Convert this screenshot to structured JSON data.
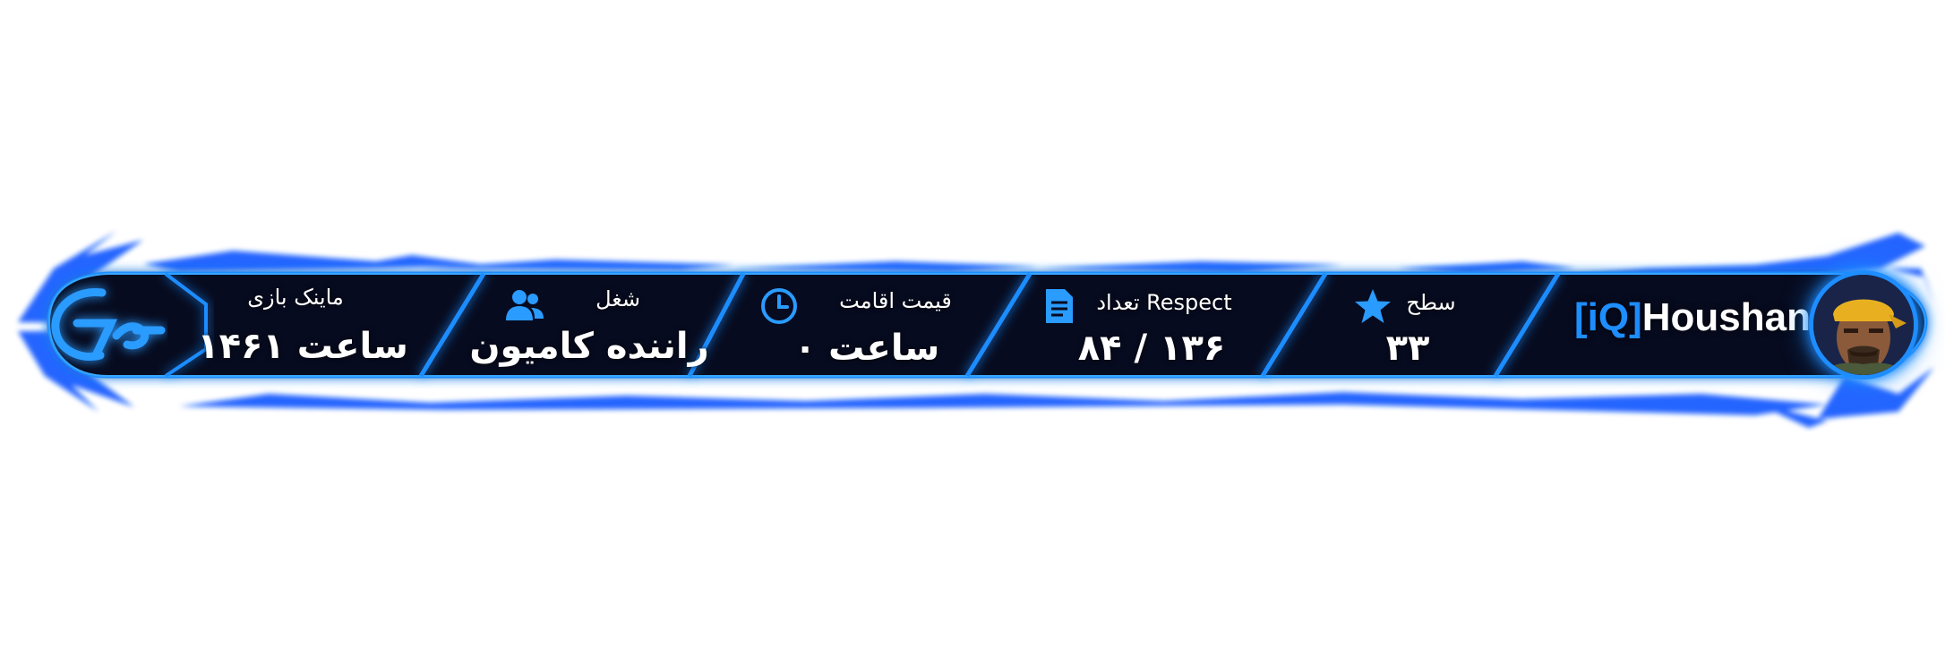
{
  "player": {
    "tag": "[iQ]",
    "name": "Houshang"
  },
  "stats": {
    "level": {
      "label": "سطح",
      "value": "۳۳"
    },
    "respect": {
      "label": "تعداد Respect",
      "value": "۸۴ / ۱۳۶"
    },
    "residence": {
      "label": "قیمت اقامت",
      "value": "۰ ساعت"
    },
    "job": {
      "label": "شغل",
      "value": "راننده کامیون"
    },
    "playtime": {
      "label": "ماینک بازی",
      "value": "۱۴۶۱ ساعت"
    }
  },
  "icons": {
    "level": "star-icon",
    "respect": "document-icon",
    "residence": "clock-icon",
    "job": "users-icon",
    "logo": "server-logo-icon"
  },
  "colors": {
    "accent": "#1e8dff",
    "panel": "#070b1f",
    "glow": "#0a5cff"
  }
}
